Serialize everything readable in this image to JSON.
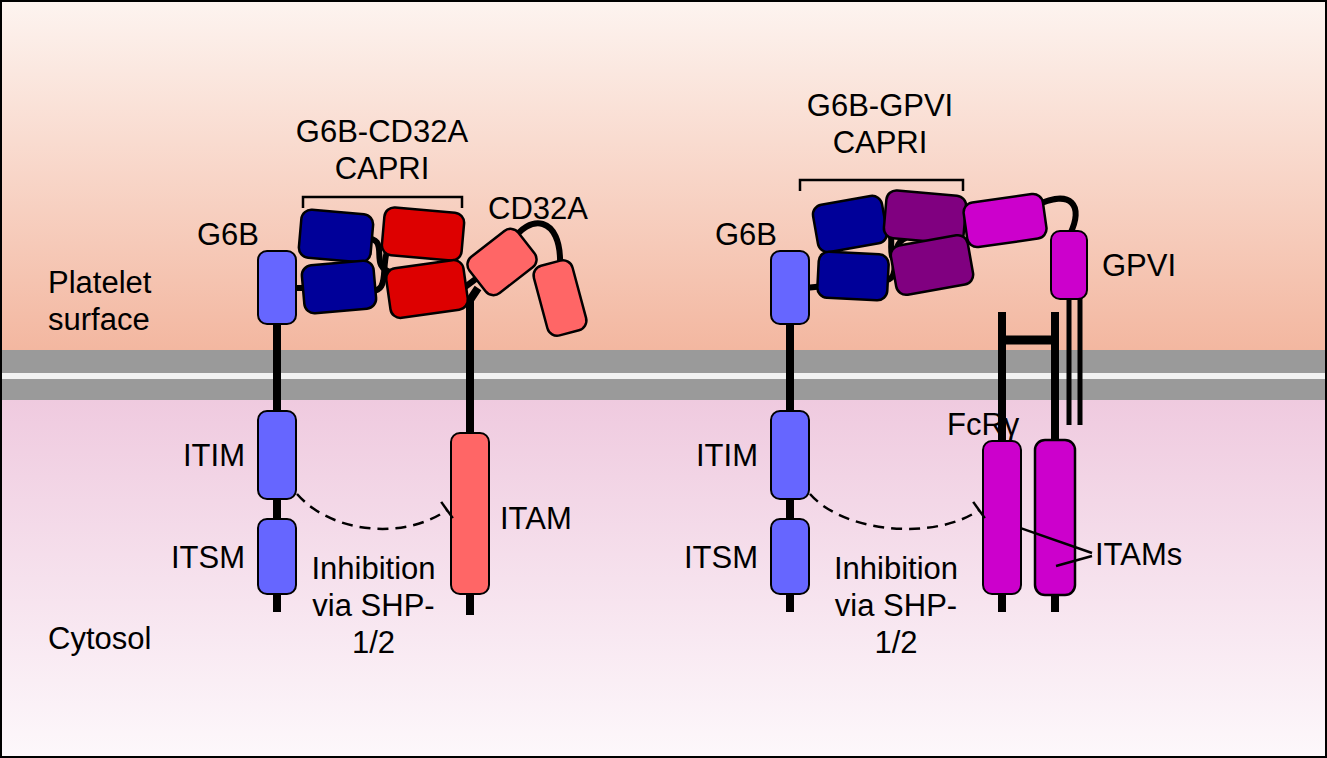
{
  "diagram": {
    "nodes": [
      {
        "text": [
          "G6B"
        ]
      },
      {
        "text": [
          "ITIM"
        ]
      },
      {
        "text": [
          "ITSM"
        ]
      },
      {
        "text": [
          "ITAM"
        ]
      },
      {
        "text": [
          "CD32A"
        ]
      },
      {
        "text": [
          "G6B"
        ]
      },
      {
        "text": [
          "ITIM"
        ]
      },
      {
        "text": [
          "ITSM"
        ]
      },
      {
        "text": [
          "FcRγ"
        ]
      },
      {
        "text": [
          "GPVI"
        ]
      }
    ],
    "edges": [
      {
        "from": 1,
        "to": 3,
        "arrow": "to",
        "label": "Inhibition via SHP-1/2"
      },
      {
        "from": 6,
        "to": 8,
        "arrow": "to",
        "label": "Inhibition via SHP-1/2"
      }
    ],
    "labels": [
      "G6B-CD32A CAPRI",
      "G6B-GPVI CAPRI",
      "Platelet surface",
      "ITAMs",
      "Cytosol"
    ]
  }
}
